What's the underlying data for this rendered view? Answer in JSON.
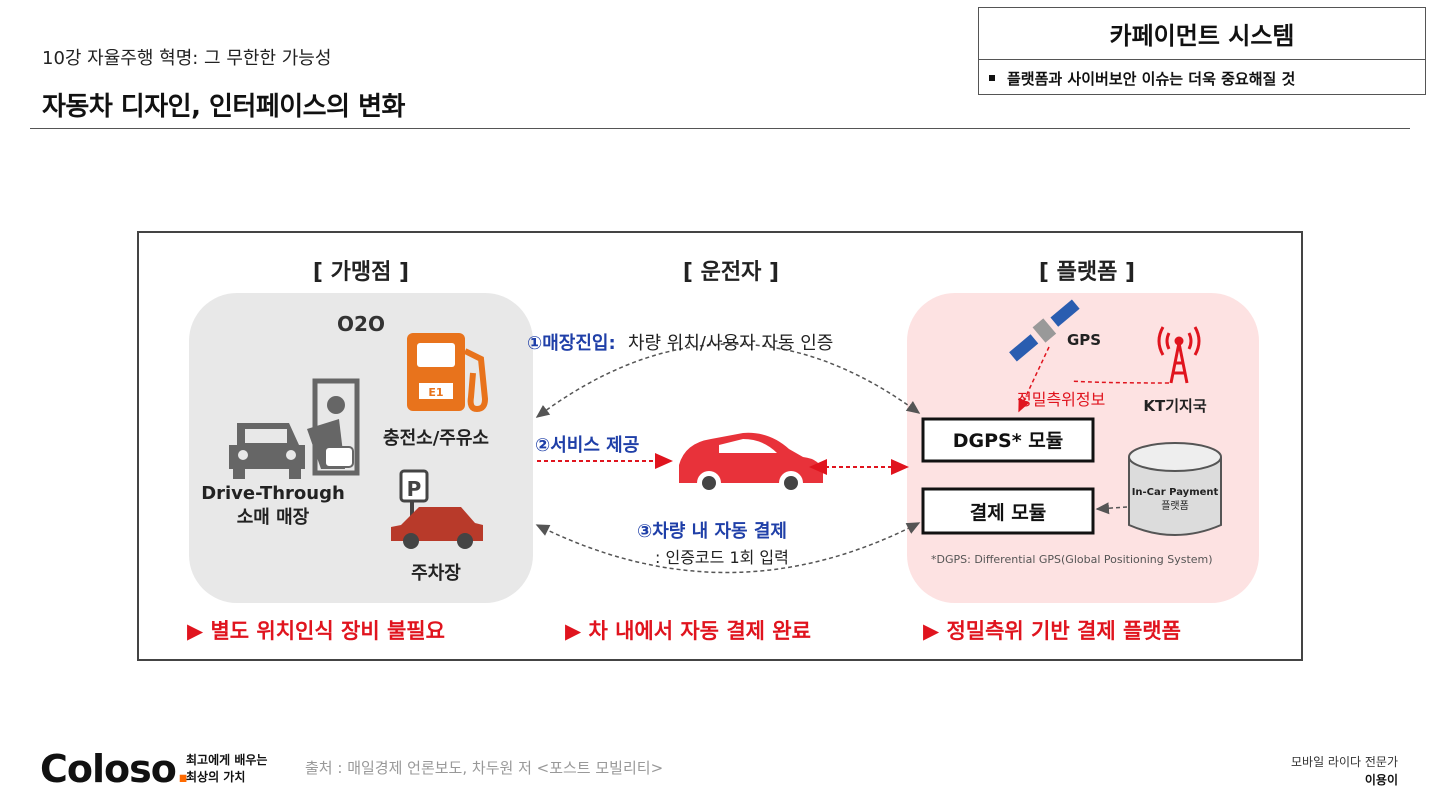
{
  "header": {
    "subtitle": "10강 자율주행 혁명: 그 무한한 가능성",
    "title": "자동차 디자인, 인터페이스의 변화",
    "box_title": "카페이먼트 시스템",
    "box_bullet": "플랫폼과 사이버보안 이슈는 더욱 중요해질 것"
  },
  "diagram": {
    "left_title": "[ 가맹점 ]",
    "center_title": "[ 운전자 ]",
    "right_title": "[ 플랫폼 ]",
    "o2o": "O2O",
    "gas_station": "충전소/주유소",
    "pump_tag": "E1",
    "parking_sign": "P",
    "drive_through_line1": "Drive-Through",
    "drive_through_line2": "소매 매장",
    "parking": "주차장",
    "step1_bold": "①매장진입:",
    "step1_rest": "차량 위치/사용자 자동 인증",
    "step2": "②서비스 제공",
    "step3": "③차량 내 자동 결제",
    "step3_sub": ": 인증코드 1회 입력",
    "gps": "GPS",
    "kt": "KT기지국",
    "precise_info": "정밀측위정보",
    "dgps_module": "DGPS* 모듈",
    "payment_module": "결제 모듈",
    "incar_line1": "In-Car Payment",
    "incar_line2": "플랫폼",
    "footnote": "*DGPS: Differential GPS(Global Positioning System)",
    "bottom_left": "▶ 별도 위치인식 장비 불필요",
    "bottom_center": "▶ 차 내에서 자동 결제 완료",
    "bottom_right": "▶ 정밀측위 기반 결제 플랫폼"
  },
  "colors": {
    "accent_blue": "#1f3fa8",
    "accent_red": "#e0141e",
    "orange_icon": "#e8731c",
    "left_panel": "#e8e8e8",
    "right_panel": "#fde2e2",
    "brand_orange": "#ff6a00"
  },
  "footer": {
    "logo": "Coloso",
    "logo_dot": ".",
    "tagline_line1": "최고에게 배우는",
    "tagline_line2": "최상의 가치",
    "source": "출처 : 매일경제 언론보도, 차두원 저 <포스트 모빌리티>",
    "author_role": "모바일 라이다 전문가",
    "author_name": "이용이"
  }
}
